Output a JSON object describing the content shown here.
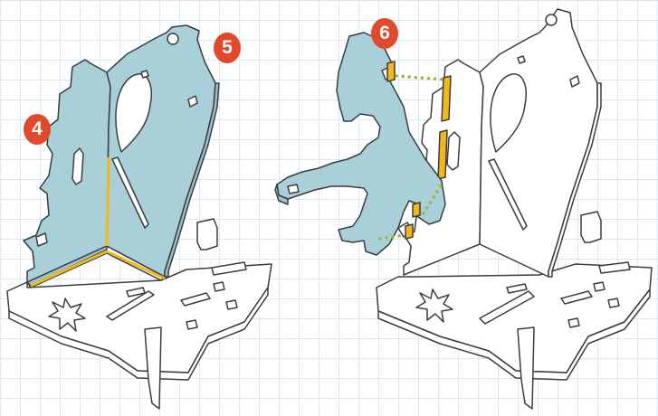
{
  "colors": {
    "background": "#ffffff",
    "grid_line": "#bfdcf2",
    "outline": "#3c3c3c",
    "blue_panel": "#a9cfd8",
    "glue_edge": "#f0b81c",
    "slot_dots": "#a8b03c",
    "badge": "#e1492c",
    "badge_text": "#ffffff"
  },
  "steps": {
    "step_4": "4",
    "step_5": "5",
    "step_6": "6"
  },
  "icons": {
    "grid": "graph-paper-grid",
    "dots": "dotted-alignment-line"
  }
}
